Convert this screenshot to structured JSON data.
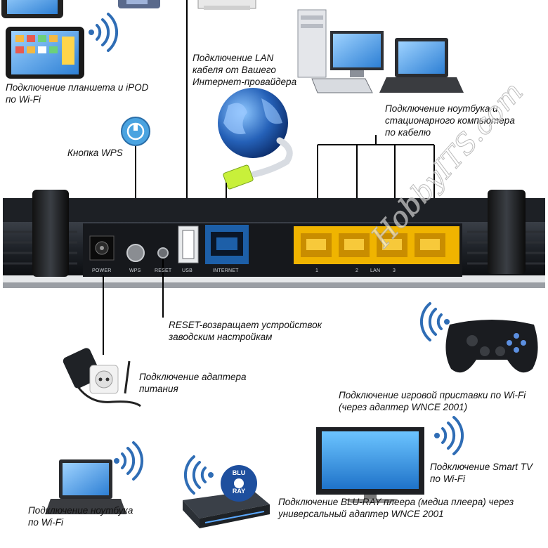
{
  "labels": {
    "tablet": "Подключение планшета и iPOD\nпо Wi-Fi",
    "lan_cable": "Подключение LAN\nкабеля от Вашего\nИнтернет-провайдера",
    "laptop_pc": "Подключение ноутбука и\nстационарного компьютера\nпо кабелю",
    "wps": "Кнопка WPS",
    "reset": "RESET-возвращает устройствок\nзаводским настройкам",
    "power_adapter": "Подключение адаптера\nпитания",
    "game_console": "Подключение игровой приставки по Wi-Fi\n(через адаптер WNCE 2001)",
    "smart_tv": "Подключение Smart TV\nпо Wi-Fi",
    "laptop_wifi": "Подключение ноутбука\nпо Wi-Fi",
    "bluray": "Подключение BLU-RAY плеера (медиа плеера) через\nуниверсальный адаптер WNCE 2001"
  },
  "ports": {
    "power": "POWER",
    "wps": "WPS",
    "reset": "RESET",
    "usb": "USB",
    "internet": "INTERNET",
    "lan1": "1",
    "lan2": "2",
    "lan_title": "LAN",
    "lan3": "3"
  },
  "bluray_disc": {
    "line1": "BLU",
    "line2": "RAY"
  },
  "watermark": "HobbyITS.com",
  "colors": {
    "wifi": "#2f6db5",
    "lan_port": "#f0b400",
    "internet_port": "#1d5fa8"
  }
}
